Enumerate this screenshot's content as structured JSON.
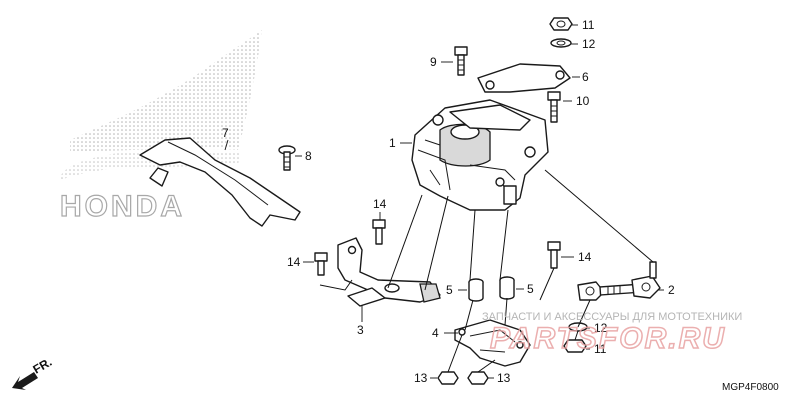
{
  "brand_watermark": "HONDA",
  "shop_watermark": {
    "tagline": "ЗАПЧАСТИ И АКСЕССУАРЫ ДЛЯ МОТОТЕХНИКИ",
    "site": "PARTSFOR.RU"
  },
  "direction_marker": "FR.",
  "diagram_code": "MGP4F0800",
  "callouts": {
    "c1": "1",
    "c2": "2",
    "c3": "3",
    "c4": "4",
    "c5a": "5",
    "c5b": "5",
    "c6": "6",
    "c7": "7",
    "c8": "8",
    "c9": "9",
    "c10": "10",
    "c11a": "11",
    "c11b": "11",
    "c12a": "12",
    "c12b": "12",
    "c13a": "13",
    "c13b": "13",
    "c14a": "14",
    "c14b": "14",
    "c14c": "14"
  },
  "colors": {
    "line": "#1a1a1a",
    "watermark_gray": "#b5b5b5",
    "watermark_red": "#e8a2a2"
  }
}
